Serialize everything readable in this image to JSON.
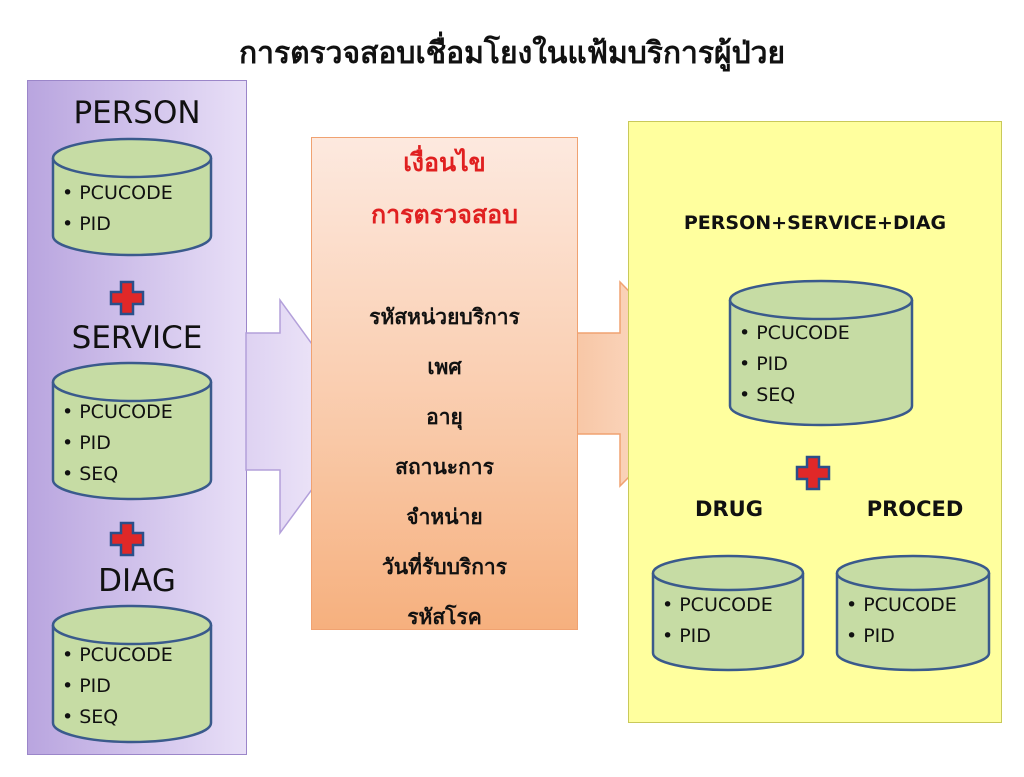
{
  "title": "การตรวจสอบเชื่อมโยงในแฟ้มบริการผู้ป่วย",
  "left_tables": [
    {
      "name": "PERSON",
      "fields": [
        "PCUCODE",
        "PID"
      ]
    },
    {
      "name": "SERVICE",
      "fields": [
        "PCUCODE",
        "PID",
        "SEQ"
      ]
    },
    {
      "name": "DIAG",
      "fields": [
        "PCUCODE",
        "PID",
        "SEQ"
      ]
    }
  ],
  "conditions": {
    "heading_line1": "เงื่อนไข",
    "heading_line2": "การตรวจสอบ",
    "items": [
      "รหัสหน่วยบริการ",
      "เพศ",
      "อายุ",
      "สถานะการ",
      "จำหน่าย",
      "วันที่รับบริการ",
      "รหัสโรค"
    ]
  },
  "result": {
    "combined_label": "PERSON+SERVICE+DIAG",
    "combined_fields": [
      "PCUCODE",
      "PID",
      "SEQ"
    ],
    "drug": {
      "name": "DRUG",
      "fields": [
        "PCUCODE",
        "PID"
      ]
    },
    "proced": {
      "name": "PROCED",
      "fields": [
        "PCUCODE",
        "PID"
      ]
    }
  },
  "colors": {
    "cylinder_fill": "#c6dca4",
    "cylinder_stroke": "#3a5a8c",
    "plus_fill": "#e02828",
    "plus_stroke": "#2a4f8a",
    "condition_heading": "#e02020"
  }
}
